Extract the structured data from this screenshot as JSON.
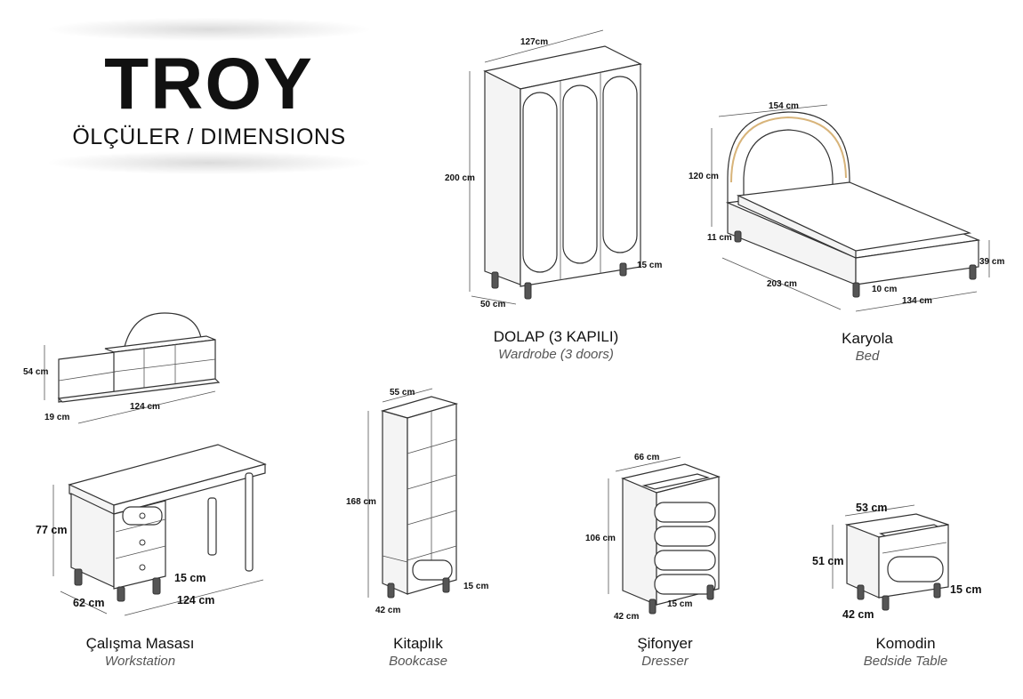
{
  "header": {
    "title": "TROY",
    "subtitle": "ÖLÇÜLER / DIMENSIONS"
  },
  "products": {
    "wardrobe": {
      "name_tr": "DOLAP (3 KAPILI)",
      "name_en": "Wardrobe (3 doors)",
      "dims": {
        "width": "127cm",
        "height": "200 cm",
        "depth": "50 cm",
        "leg": "15 cm"
      }
    },
    "bed": {
      "name_tr": "Karyola",
      "name_en": "Bed",
      "dims": {
        "width": "154 cm",
        "headboard": "120 cm",
        "frame": "11 cm",
        "side": "39 cm",
        "length": "203 cm",
        "leg": "10 cm",
        "inner_width": "134 cm"
      }
    },
    "shelf": {
      "dims": {
        "height": "54 cm",
        "depth": "19 cm",
        "width": "124 cm"
      }
    },
    "workstation": {
      "name_tr": "Çalışma Masası",
      "name_en": "Workstation",
      "dims": {
        "height": "77 cm",
        "leg": "15 cm",
        "depth": "62 cm",
        "width": "124 cm"
      }
    },
    "bookcase": {
      "name_tr": "Kitaplık",
      "name_en": "Bookcase",
      "dims": {
        "width": "55 cm",
        "height": "168 cm",
        "leg": "15 cm",
        "depth": "42 cm"
      }
    },
    "dresser": {
      "name_tr": "Şifonyer",
      "name_en": "Dresser",
      "dims": {
        "width": "66 cm",
        "height": "106 cm",
        "leg": "15 cm",
        "depth": "42 cm"
      }
    },
    "bedside": {
      "name_tr": "Komodin",
      "name_en": "Bedside Table",
      "dims": {
        "width": "53 cm",
        "height": "51 cm",
        "leg": "15 cm",
        "depth": "42 cm"
      }
    }
  }
}
